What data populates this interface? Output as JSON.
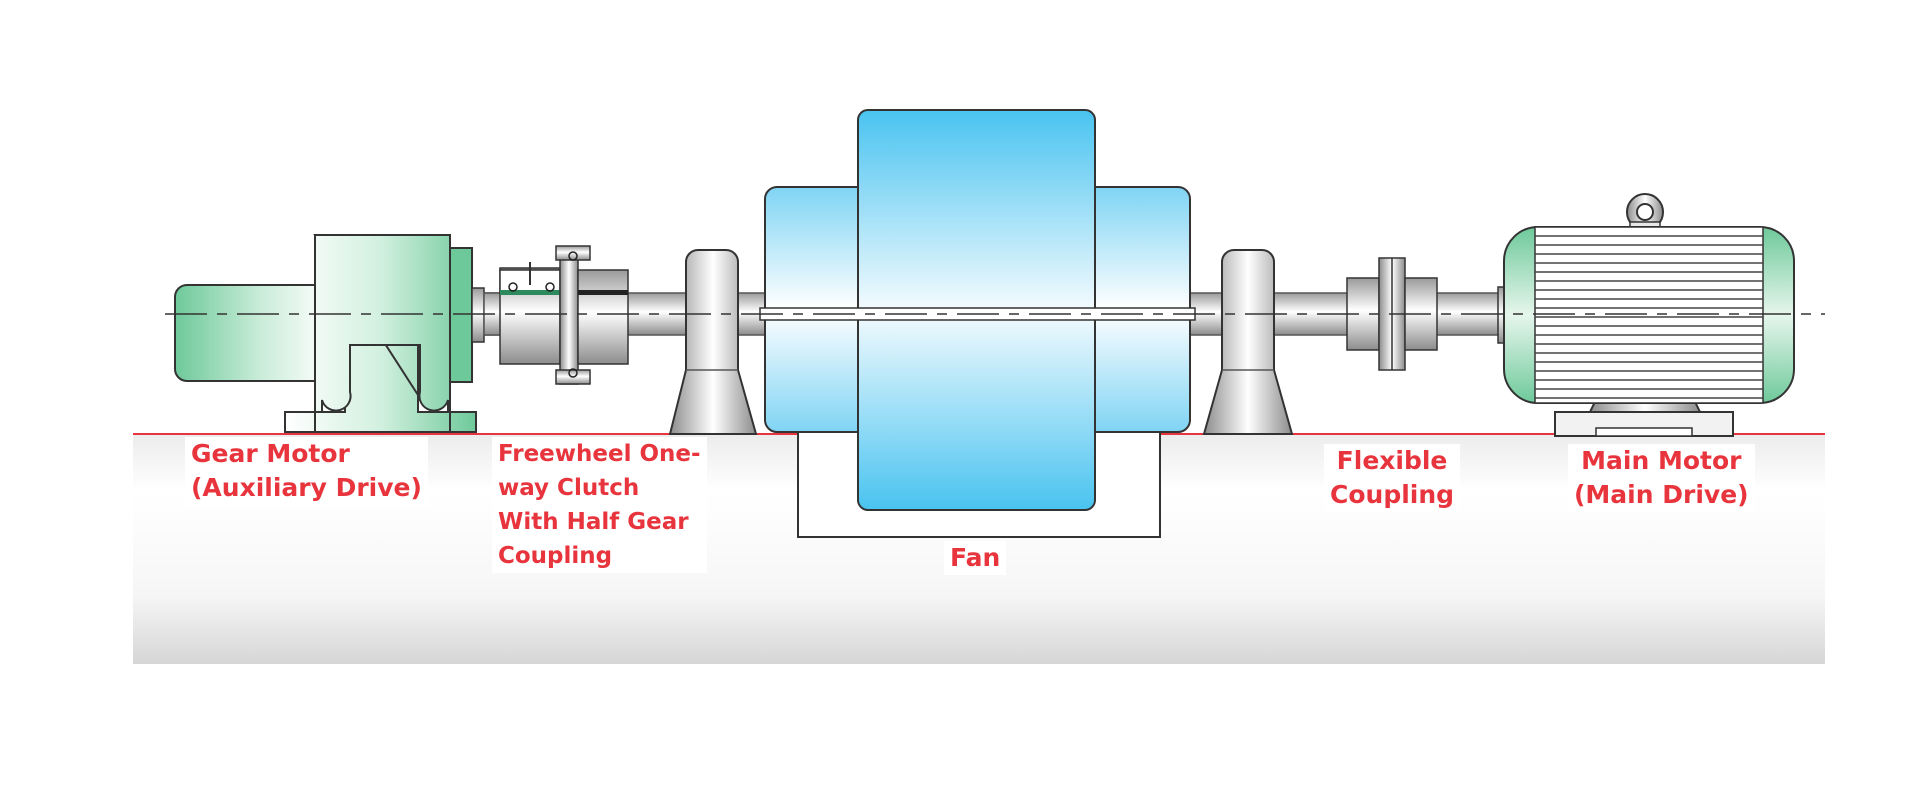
{
  "labels": {
    "gear_motor": [
      "Gear Motor",
      "(Auxiliary Drive)"
    ],
    "freewheel": [
      "Freewheel One-",
      "way Clutch",
      "With Half Gear",
      "Coupling"
    ],
    "fan": [
      "Fan"
    ],
    "flexible_coupling": [
      "Flexible",
      "Coupling"
    ],
    "main_motor": [
      "Main Motor",
      "(Main Drive)"
    ]
  },
  "colors": {
    "label_text": "#e8343c",
    "floor_line": "#e8343c",
    "motor_green": "#7fcfa4",
    "fan_blue": "#49c3f0",
    "metal_gray": "#a9a9a9",
    "outline": "#333333"
  }
}
